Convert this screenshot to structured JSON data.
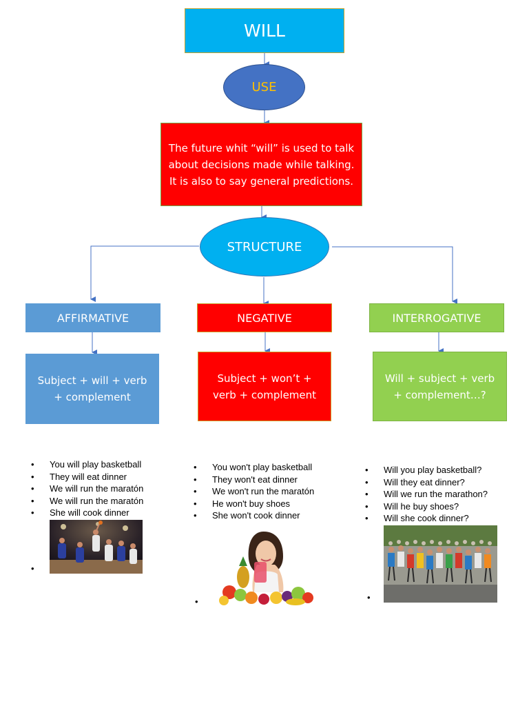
{
  "title": "WILL",
  "use": "USE",
  "use_description": "The future whit “will” is used to talk about decisions made while talking. It is also to say general predictions.",
  "structure": "STRUCTURE",
  "columns": [
    {
      "heading": "AFFIRMATIVE",
      "formula": "Subject + will + verb + complement",
      "examples": [
        "You will play basketball",
        "They will eat dinner",
        "We will run the maratón",
        "We will run the maratón",
        "She will cook dinner"
      ],
      "image": "basketball-players-photo"
    },
    {
      "heading": "NEGATIVE",
      "formula": "Subject + won’t + verb + complement",
      "examples": [
        "You won't play basketball",
        "They won't eat dinner",
        "We won't run the maratón",
        "He won't buy shoes",
        "She won't cook dinner"
      ],
      "image": "woman-with-fruit-photo"
    },
    {
      "heading": "INTERROGATIVE",
      "formula": "Will + subject + verb + complement…?",
      "examples": [
        "Will you play basketball?",
        "Will they eat dinner?",
        "Will we run the marathon?",
        "Will he buy shoes?",
        "Will she cook dinner?"
      ],
      "image": "marathon-runners-photo"
    }
  ],
  "colors": {
    "title_box": "#00b0f0",
    "use_ellipse": "#4472c4",
    "use_text": "#ffc000",
    "red": "#ff0000",
    "structure_ellipse": "#00b0f0",
    "affirmative": "#5b9bd5",
    "interrogative": "#92d050",
    "connector": "#4472c4"
  }
}
